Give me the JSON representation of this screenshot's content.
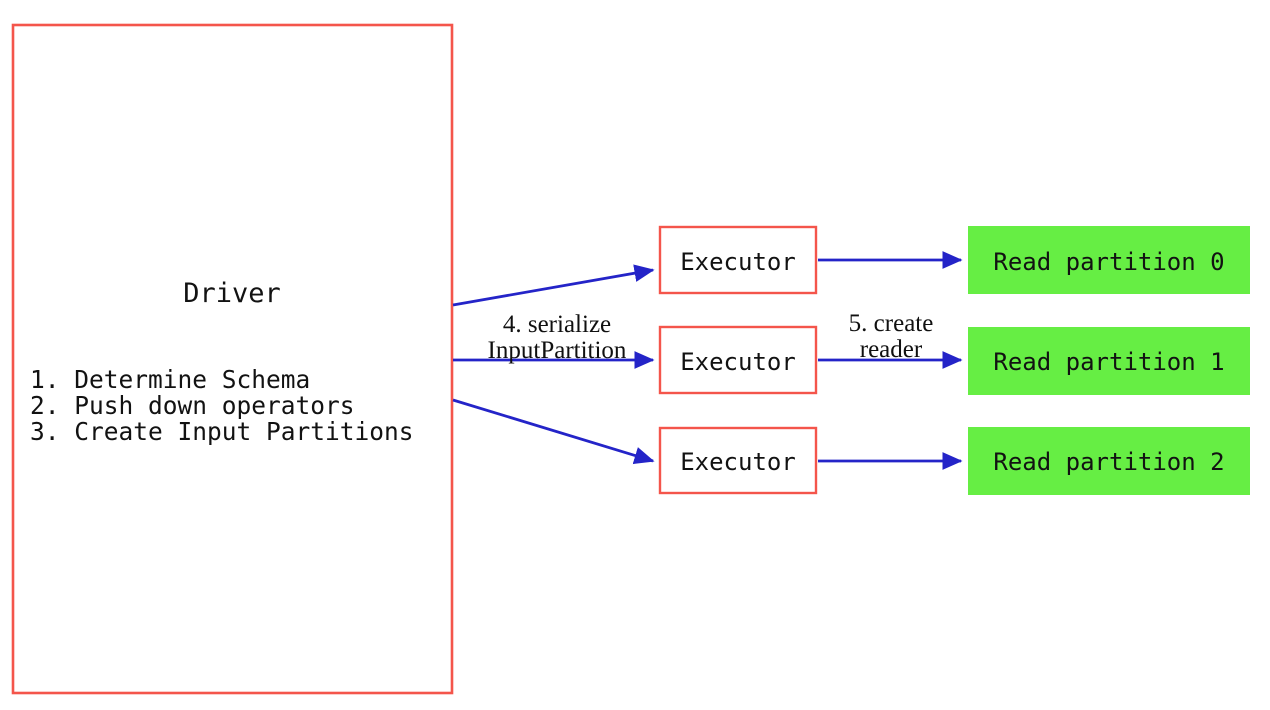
{
  "diagram": {
    "title_semantic": "spark-datasource-v2-read-flow",
    "colors": {
      "box_border_red": "#F4554B",
      "partition_green": "#66EE44",
      "arrow_blue": "#2424C8",
      "text_black": "#121212",
      "background": "#FFFFFF"
    },
    "driver": {
      "title": "Driver",
      "steps": [
        "1. Determine Schema",
        "2. Push down operators",
        "3. Create Input Partitions"
      ]
    },
    "executors": [
      {
        "label": "Executor"
      },
      {
        "label": "Executor"
      },
      {
        "label": "Executor"
      }
    ],
    "partitions": [
      {
        "label": "Read partition 0"
      },
      {
        "label": "Read partition 1"
      },
      {
        "label": "Read partition 2"
      }
    ],
    "arrow_labels": {
      "driver_to_executor": {
        "line1": "4. serialize",
        "line2": "InputPartition"
      },
      "executor_to_partition": {
        "line1": "5. create",
        "line2": "reader"
      }
    }
  }
}
